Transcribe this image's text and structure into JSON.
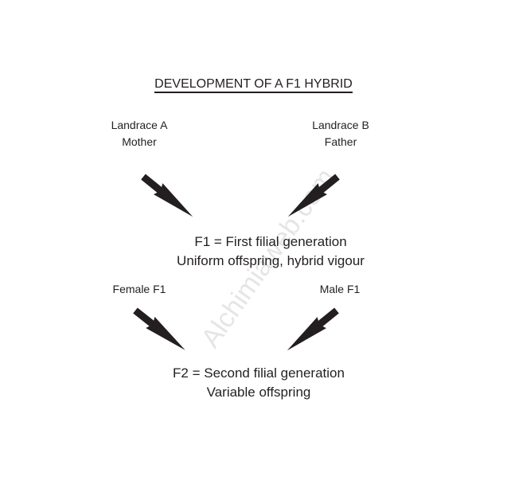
{
  "title": "DEVELOPMENT OF A F1 HYBRID",
  "parent_a": {
    "line1": "Landrace A",
    "line2": "Mother"
  },
  "parent_b": {
    "line1": "Landrace B",
    "line2": "Father"
  },
  "f1": {
    "line1": "F1 = First filial generation",
    "line2": "Uniform offspring, hybrid vigour"
  },
  "female_f1": "Female F1",
  "male_f1": "Male F1",
  "f2": {
    "line1": "F2 = Second filial generation",
    "line2": "Variable offspring"
  },
  "watermark": "Alchimiaweb.com"
}
